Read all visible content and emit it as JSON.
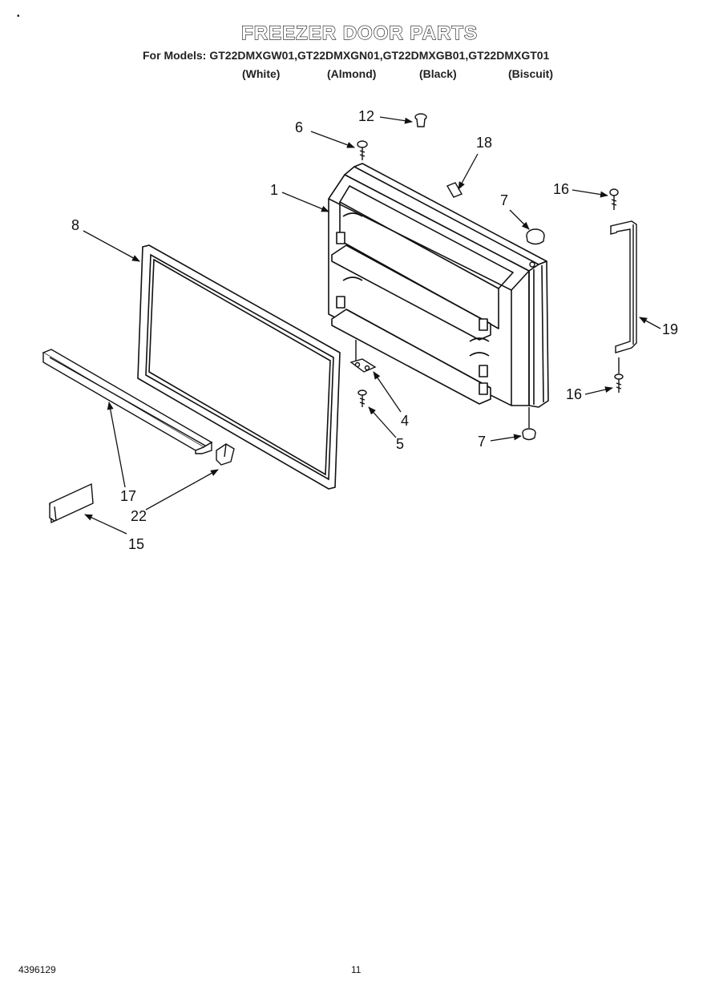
{
  "header": {
    "title": "FREEZER DOOR PARTS",
    "models_prefix": "For Models:",
    "models": "GT22DMXGW01,GT22DMXGN01,GT22DMXGB01,GT22DMXGT01",
    "colors": [
      "(White)",
      "(Almond)",
      "(Black)",
      "(Biscuit)"
    ]
  },
  "callouts": [
    "12",
    "6",
    "18",
    "1",
    "7",
    "16",
    "8",
    "19",
    "4",
    "16",
    "5",
    "7",
    "17",
    "22",
    "15"
  ],
  "footer": {
    "doc_number": "4396129",
    "page_number": "11"
  }
}
